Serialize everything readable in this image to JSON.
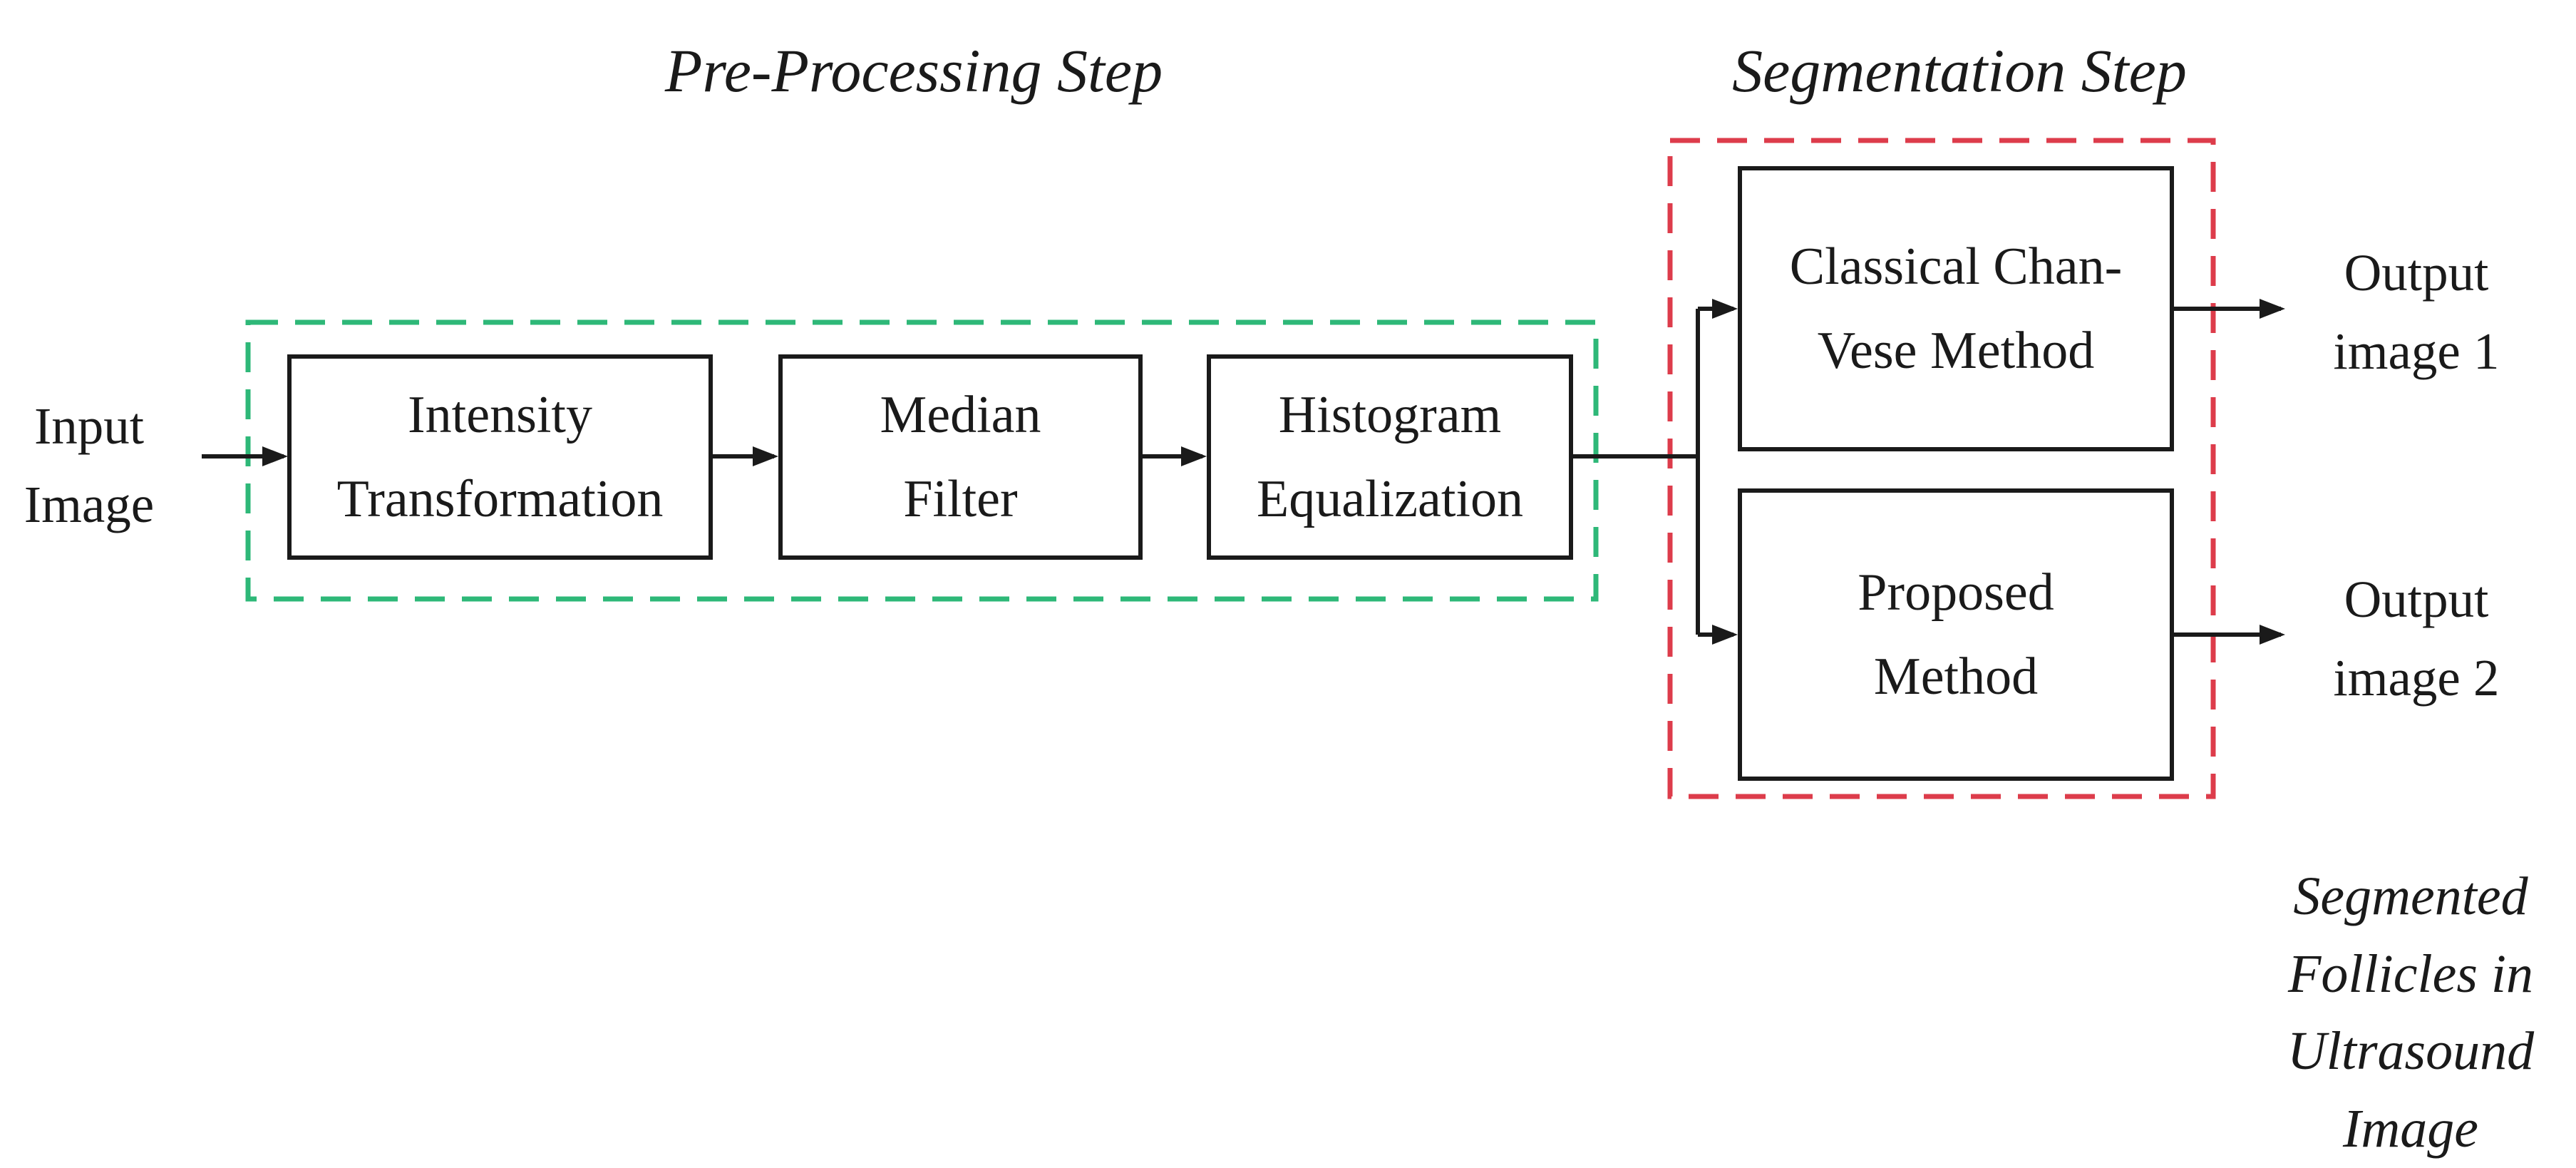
{
  "diagram": {
    "titles": {
      "preprocessing": "Pre-Processing Step",
      "segmentation": "Segmentation Step"
    },
    "input": {
      "line1": "Input",
      "line2": "Image"
    },
    "pre_boxes": {
      "intensity": {
        "line1": "Intensity",
        "line2": "Transformation"
      },
      "median": {
        "line1": "Median",
        "line2": "Filter"
      },
      "histogram": {
        "line1": "Histogram",
        "line2": "Equalization"
      }
    },
    "seg_boxes": {
      "chanvese": {
        "line1": "Classical Chan-",
        "line2": "Vese Method"
      },
      "proposed": {
        "line1": "Proposed",
        "line2": "Method"
      }
    },
    "outputs": {
      "output1": {
        "line1": "Output",
        "line2": "image 1"
      },
      "output2": {
        "line1": "Output",
        "line2": "image 2"
      }
    },
    "caption": {
      "line1": "Segmented",
      "line2": "Follicles in",
      "line3": "Ultrasound",
      "line4": "Image"
    }
  },
  "colors": {
    "green_dash": "#2eb878",
    "red_dash": "#dd3c4b",
    "line_color": "#1a1a1a",
    "bg_color": "#ffffff",
    "text_color": "#1a1a1a"
  }
}
